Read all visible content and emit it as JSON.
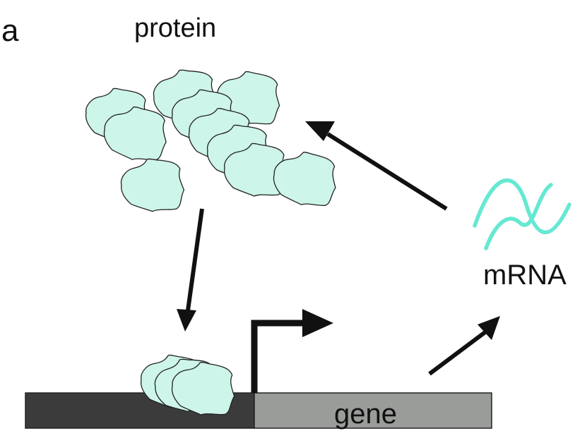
{
  "panel_label": "a",
  "labels": {
    "protein": "protein",
    "mrna": "mRNA",
    "gene": "gene"
  },
  "colors": {
    "protein_fill": "#cdf5ea",
    "mrna_wave": "#66e8d2",
    "promoter_region": "#3b3b3b",
    "gene_region": "#999c99",
    "arrows": "#111111"
  },
  "icons": {
    "protein": "protein-blob-icon",
    "mrna": "mrna-wave-icon",
    "tss": "transcription-start-arrow-icon"
  }
}
